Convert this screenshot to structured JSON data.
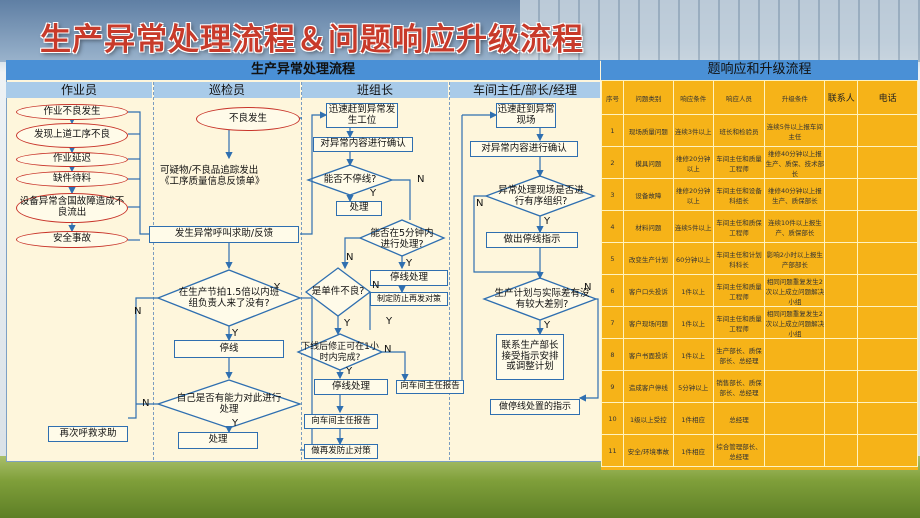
{
  "main_title": "生产异常处理流程＆问题响应升级流程",
  "flow": {
    "title": "生产异常处理流程",
    "columns": [
      "作业员",
      "巡检员",
      "班组长",
      "车间主任/部长/经理"
    ],
    "operator": {
      "o1": "作业不良发生",
      "o2": "发现上道工序不良",
      "o3": "作业延迟",
      "o4": "缺件待料",
      "o5": "设备异常含国故障造成不良流出",
      "o6": "安全事故",
      "recall": "再次呼救求助"
    },
    "inspector": {
      "bad": "不良发生",
      "trace": "可疑物/不良品追踪发出《工序质量信息反馈单》",
      "call": "发生异常呼叫求助/反馈",
      "d1": "在生产节拍1.5倍以内班组负责人来了没有?",
      "stop": "停线",
      "d2": "自己是否有能力对此进行处理",
      "handle": "处理"
    },
    "leader": {
      "arrive": "迅速赶到异常发生工位",
      "confirm": "对异常内容进行确认",
      "d1": "能否不停线?",
      "handle": "处理",
      "d2": "能否在5分钟内进行处理?",
      "stopproc": "停线处理",
      "prevent": "制定防止再发对策",
      "d3": "是单件不良?",
      "d4": "下线后修正可在1小时内完成?",
      "stopproc2": "停线处理",
      "report_dir": "向车间主任报告",
      "report_dir2": "向车间主任报告",
      "prevent2": "做再发防止对策"
    },
    "manager": {
      "arrive": "迅速赶到异常现场",
      "confirm": "对异常内容进行确认",
      "d1": "异常处理现场是否进行有序组织?",
      "stopguide": "做出停线指示",
      "d2": "生产计划与实际差有没有较大差别?",
      "contact": "联系生产部长接受指示安排或调整计划",
      "stopend": "做停线处置的指示"
    },
    "yes": "Y",
    "no": "N"
  },
  "escalation": {
    "title": "题响应和升级流程",
    "headers": [
      "序号",
      "问题类别",
      "响应条件",
      "响应人员",
      "升级条件",
      "联系人",
      "电话"
    ],
    "rows": [
      [
        "1",
        "现场质量问题",
        "连续3件以上",
        "班长和检验员",
        "连续5件以上报车间主任"
      ],
      [
        "2",
        "模具问题",
        "维修20分钟以上",
        "车间主任和质量工程师",
        "维修40分钟以上报生产、质保、技术部长"
      ],
      [
        "3",
        "设备故障",
        "维修20分钟以上",
        "车间主任和设备科组长",
        "维修40分钟以上报生产、质保部长"
      ],
      [
        "4",
        "材料问题",
        "连续5件以上",
        "车间主任和质保工程师",
        "连续10件以上报生产、质保部长"
      ],
      [
        "5",
        "改变生产计划",
        "60分钟以上",
        "车间主任和计划科科长",
        "影响2小时以上报生产部部长"
      ],
      [
        "6",
        "客户口头投诉",
        "1件以上",
        "车间主任和质量工程师",
        "相同问题重复发生2次以上成立问题解决小组"
      ],
      [
        "7",
        "客户现场问题",
        "1件以上",
        "车间主任和质量工程师",
        "相同问题重复发生2次以上成立问题解决小组"
      ],
      [
        "8",
        "客户书面投诉",
        "1件以上",
        "生产部长、质保部长、总经理",
        ""
      ],
      [
        "9",
        "造成客户停线",
        "5分钟以上",
        "销售部长、质保部长、总经理",
        ""
      ],
      [
        "10",
        "1级以上受控",
        "1件相应",
        "总经理",
        ""
      ],
      [
        "11",
        "安全/环境事故",
        "1件相应",
        "综合管理部长、总经理",
        ""
      ]
    ]
  }
}
